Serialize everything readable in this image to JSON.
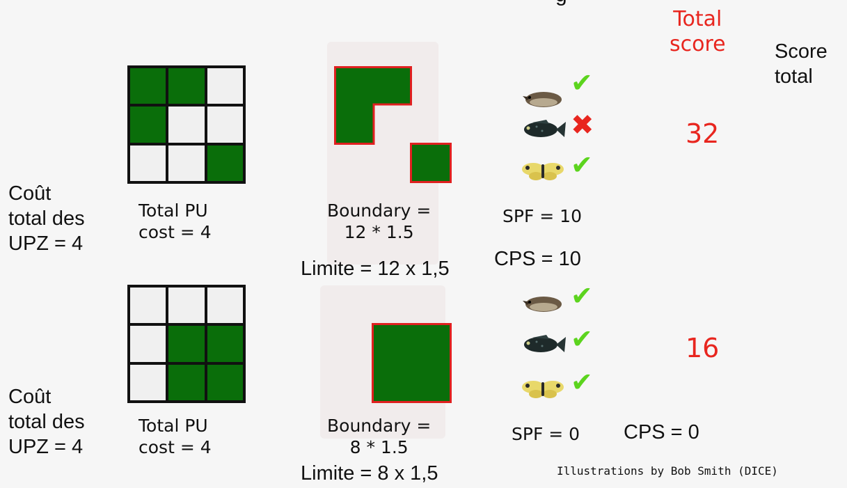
{
  "header": {
    "total_score_label": "Total\nscore",
    "score_total_label": "Score\ntotal",
    "total_score_line1": "Total",
    "total_score_line2": "score",
    "score_total_line1": "Score",
    "score_total_line2": "total"
  },
  "colors": {
    "selected_unit": "#0a6e0a",
    "unselected_unit": "#f0f0f0",
    "boundary": "#e02020",
    "check": "#5cd41e",
    "cross": "#e8261f",
    "score": "#e8261f"
  },
  "scenarios": [
    {
      "grid": [
        [
          1,
          1,
          0
        ],
        [
          1,
          0,
          0
        ],
        [
          0,
          0,
          1
        ]
      ],
      "cost_fr_line1": "Coût",
      "cost_fr_line2": "total des",
      "cost_fr_line3": "UPZ = 4",
      "cost_en_line1": "Total PU",
      "cost_en_line2": "cost = 4",
      "boundary_en_line1": "Boundary =",
      "boundary_en_line2": "12 * 1.5",
      "boundary_fr": "Limite = 12 x 1,5",
      "species": [
        {
          "icon": "bird-icon",
          "met": true
        },
        {
          "icon": "fish-icon",
          "met": false
        },
        {
          "icon": "butterfly-icon",
          "met": true
        }
      ],
      "spf_en": "SPF = 10",
      "spf_fr": "CPS = 10",
      "total_score": "32"
    },
    {
      "grid": [
        [
          0,
          0,
          0
        ],
        [
          0,
          1,
          1
        ],
        [
          0,
          1,
          1
        ]
      ],
      "cost_fr_line1": "Coût",
      "cost_fr_line2": "total des",
      "cost_fr_line3": "UPZ = 4",
      "cost_en_line1": "Total PU",
      "cost_en_line2": "cost = 4",
      "boundary_en_line1": "Boundary =",
      "boundary_en_line2": "8 * 1.5",
      "boundary_fr": "Limite = 8 x 1,5",
      "species": [
        {
          "icon": "bird-icon",
          "met": true
        },
        {
          "icon": "fish-icon",
          "met": true
        },
        {
          "icon": "butterfly-icon",
          "met": true
        }
      ],
      "spf_en": "SPF = 0",
      "spf_fr": "CPS = 0",
      "total_score": "16"
    }
  ],
  "credit": "Illustrations by Bob Smith (DICE)"
}
